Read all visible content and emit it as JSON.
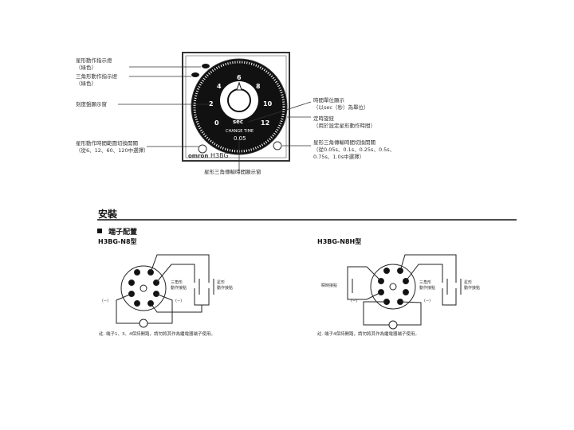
{
  "device": {
    "brand": "omron",
    "model": "H3BG",
    "dial_numbers": [
      "0",
      "2",
      "4",
      "6",
      "8",
      "10",
      "12"
    ],
    "unit": "sec",
    "change_time_label": "CHANGE TIME",
    "change_time_value": "0.05"
  },
  "callouts": {
    "star_indicator": [
      "星形動作指示燈",
      "（綠色）"
    ],
    "delta_indicator": [
      "三角形動作指示燈",
      "（綠色）"
    ],
    "scale_window": "刻度盤顯示窗",
    "star_range_switch": [
      "星形動作時間範圍切換開關",
      "（從6、12、60、120中選擇）"
    ],
    "time_unit": [
      "時間單位顯示",
      "（以sec（秒）為單位）"
    ],
    "timer_knob": [
      "定時旋鈕",
      "（用於設定星形動作時間）"
    ],
    "transfer_switch": [
      "星形三角傳輸時間切換開關",
      "（從0.05s、0.1s、0.25s、0.5s、",
      "0.75s、1.0s中選擇）"
    ],
    "transfer_window": "星形三角傳輸時間顯示窗"
  },
  "section_title": "安裝",
  "subsection_title": "端子配置",
  "models": [
    {
      "name": "H3BG-N8型",
      "note": "註. 端子1、3、4保持開路，請勿將其作為繼電器端子使用。",
      "instant": ""
    },
    {
      "name": "H3BG-N8H型",
      "note": "註. 端子4保持開路，請勿將其作為繼電器端子使用。",
      "instant": "瞬時接點"
    }
  ],
  "contact_labels": {
    "delta": [
      "三角形",
      "動作接點"
    ],
    "star": [
      "星形",
      "動作接點"
    ],
    "polarity": "(∼)"
  }
}
